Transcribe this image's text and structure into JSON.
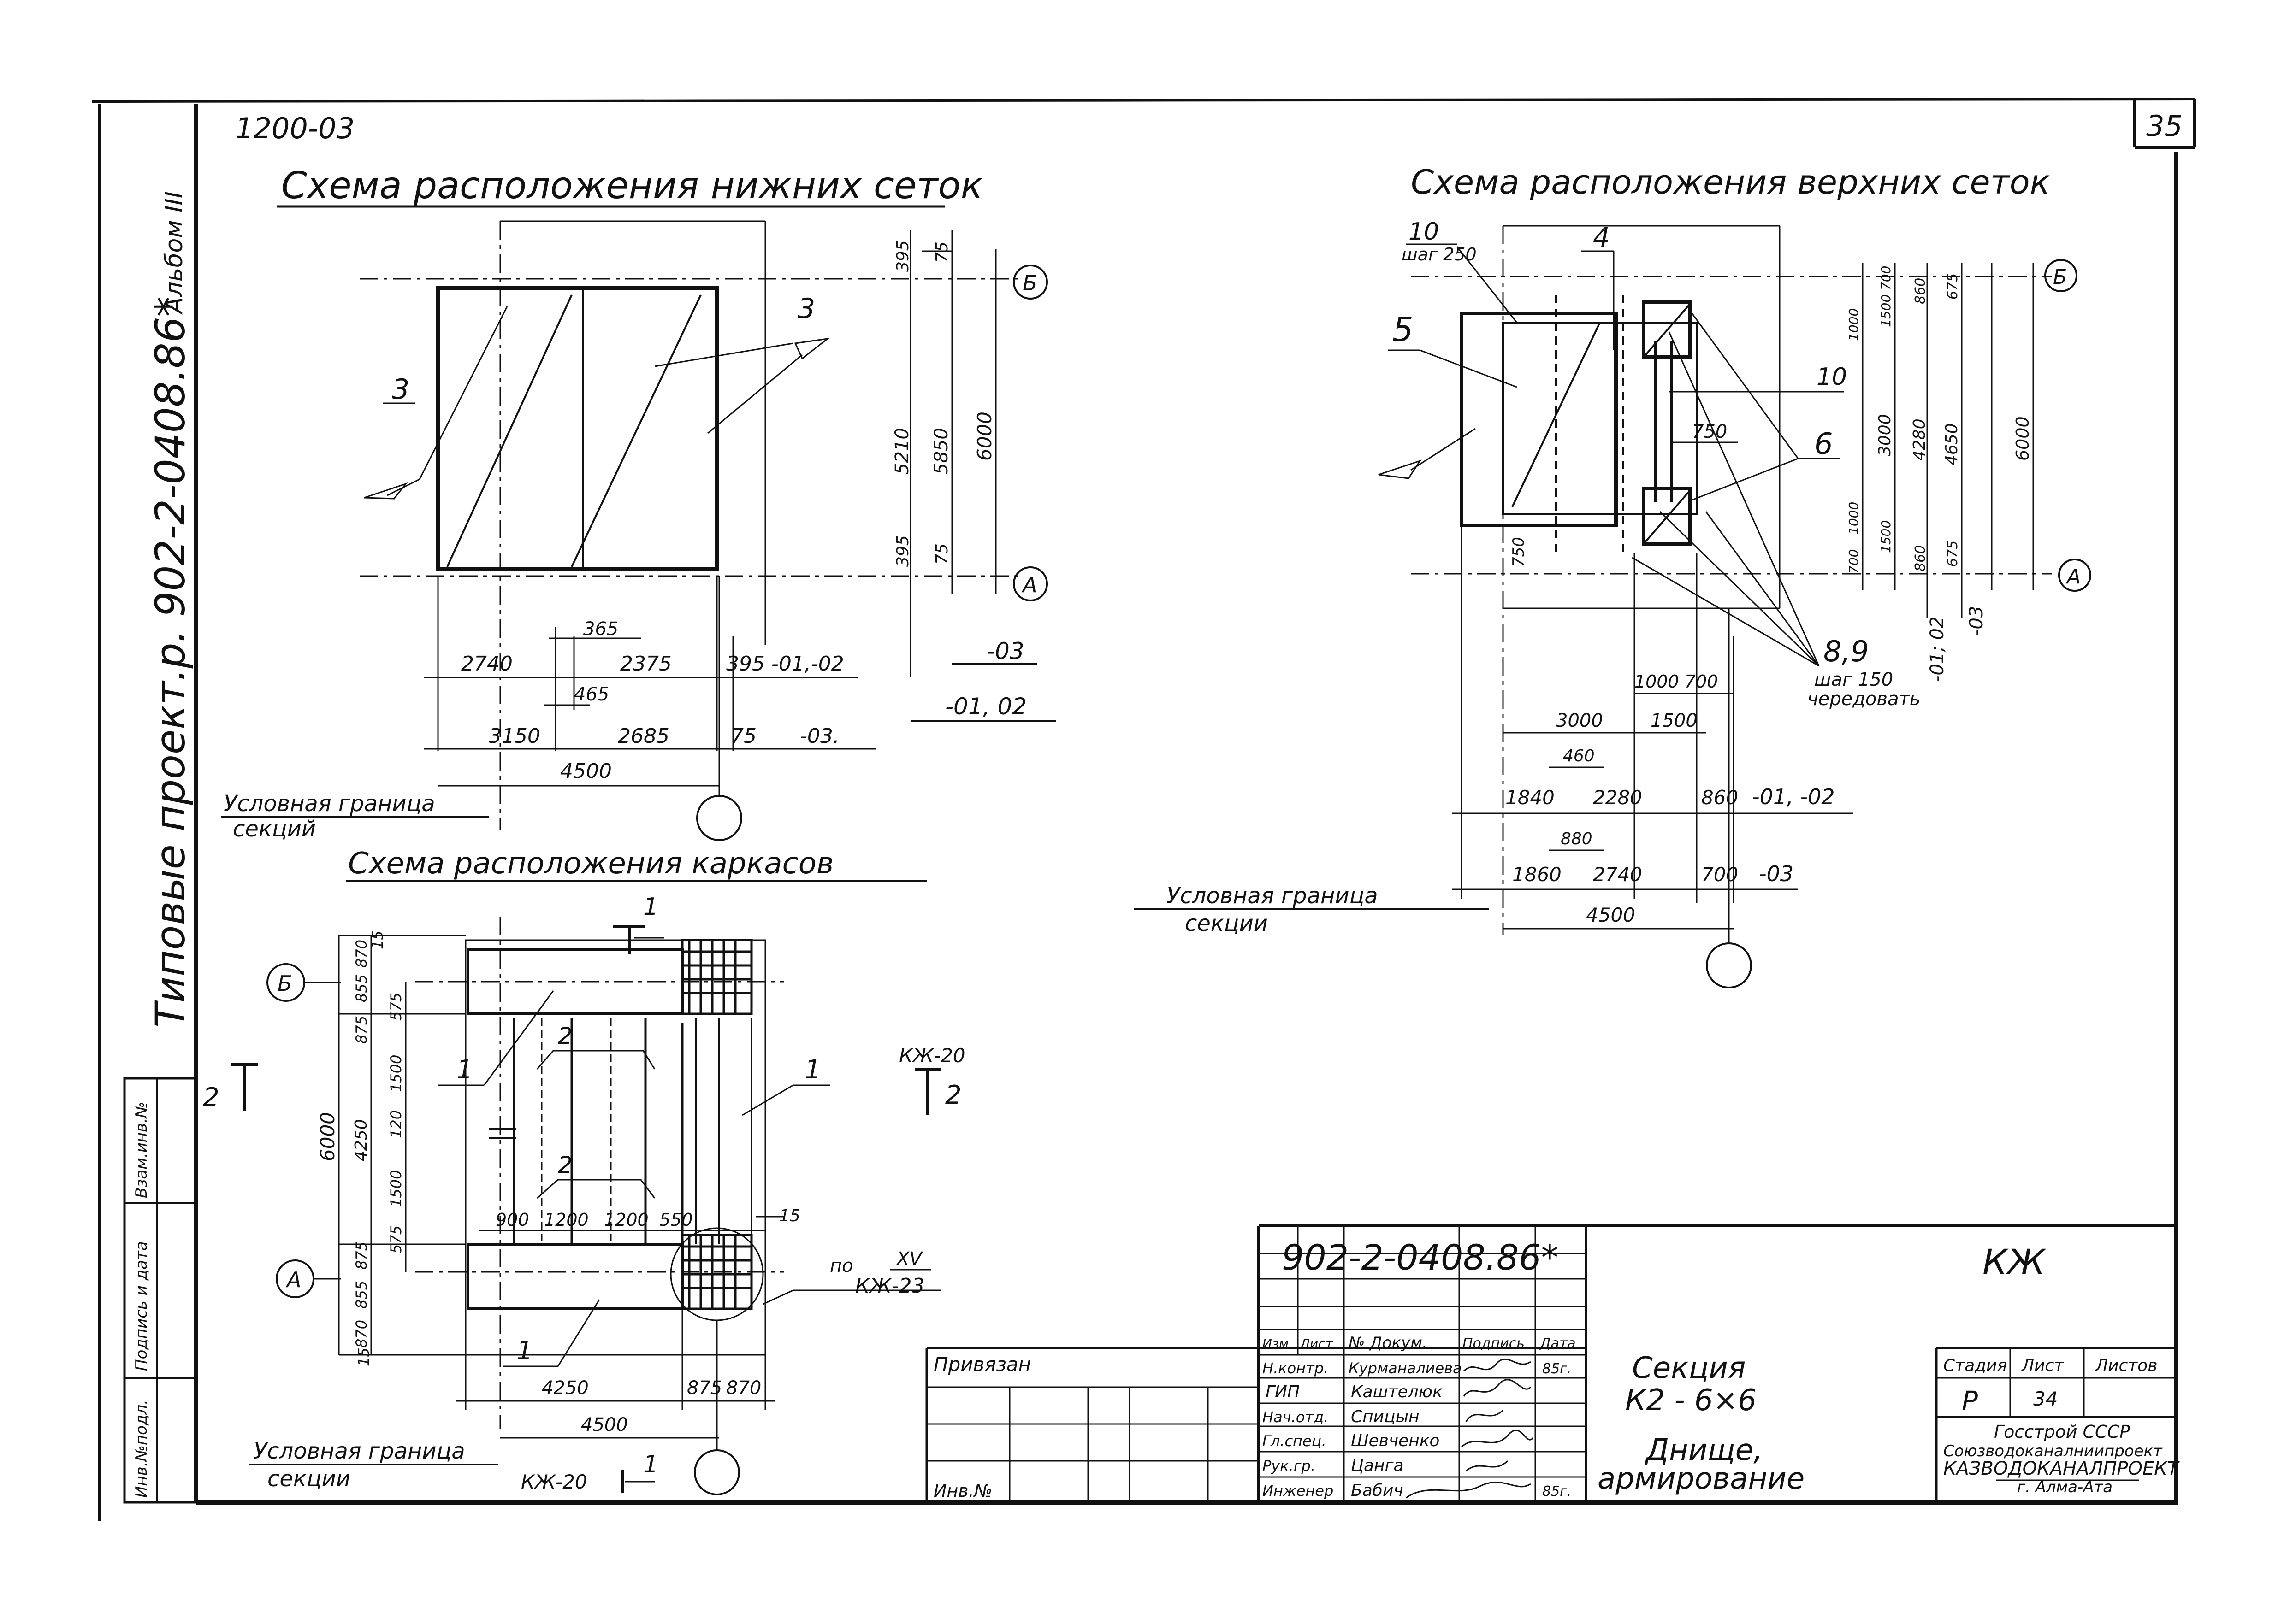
{
  "sheet": {
    "code_top": "1200-03",
    "page_number": "35",
    "album": "Альбом III",
    "series": "Типовые проект.р. 902-2-0408.86*"
  },
  "bottom_mesh": {
    "title": "Схема расположения нижних сеток",
    "callouts": [
      "3",
      "3"
    ],
    "axis_b": "Б",
    "axis_a": "А",
    "v_dims": [
      "395",
      "75",
      "5210",
      "5850",
      "6000",
      "395",
      "75"
    ],
    "h_row1": [
      "2740",
      "2375",
      "395 -01,-02"
    ],
    "h_row2": [
      "3150",
      "2685",
      "75",
      "-03."
    ],
    "h_365": "365",
    "h_465": "465",
    "h_total": "4500",
    "variant_03": "-03",
    "variant_0102": "-01, 02",
    "boundary": [
      "Условная граница",
      "секций"
    ]
  },
  "top_mesh": {
    "title": "Схема расположения верхних сеток",
    "callouts": [
      "10",
      "шаг 250",
      "4",
      "5",
      "10",
      "6",
      "8,9",
      "шаг 150",
      "чередовать"
    ],
    "axis_b": "Б",
    "axis_a": "А",
    "v_dims": [
      "700",
      "1000",
      "1500",
      "860",
      "675",
      "3000",
      "4280",
      "4650",
      "6000",
      "1000",
      "700",
      "1500",
      "860",
      "675",
      "-01; 02",
      "-03"
    ],
    "d_750a": "750",
    "d_750b": "750",
    "h_1000_700": "1000 700",
    "h_3000": "3000",
    "h_1500": "1500",
    "h_460": "460",
    "h_row1": [
      "1840",
      "2280",
      "860",
      "-01, -02"
    ],
    "h_880": "880",
    "h_row2": [
      "1860",
      "2740",
      "700",
      "-03"
    ],
    "h_total": "4500",
    "boundary": [
      "Условная граница",
      "секции"
    ]
  },
  "frames": {
    "title": "Схема расположения каркасов",
    "callouts": [
      "1",
      "2",
      "2",
      "1",
      "1"
    ],
    "axis_b": "Б",
    "axis_a": "А",
    "section_1": "1",
    "section_2": "2",
    "kzh20": "КЖ-20",
    "v_left": [
      "870",
      "855",
      "875",
      "6000",
      "875",
      "855",
      "870"
    ],
    "v_mid": [
      "15",
      "575",
      "1500",
      "4250",
      "120",
      "1500",
      "575",
      "15"
    ],
    "h_row": [
      "900",
      "1200",
      "1200",
      "550"
    ],
    "h_15": "15",
    "h_bottom": [
      "4250",
      "875",
      "870"
    ],
    "h_total": "4500",
    "ref_po": "по",
    "ref_sheet": "XV",
    "ref_kzh": "КЖ-23",
    "boundary": [
      "Условная граница",
      "секции"
    ]
  },
  "stamp": {
    "doc_code": "902-2-0408.86*",
    "mark": "КЖ",
    "privyazan": "Привязан",
    "inv_no": "Инв.№",
    "head": [
      "Изм",
      "Лист",
      "№ Докум.",
      "Подпись",
      "Дата"
    ],
    "staff": [
      {
        "role": "Н.контр.",
        "name": "Курманалиева"
      },
      {
        "role": "ГИП",
        "name": "Каштелюк"
      },
      {
        "role": "Нач.отд.",
        "name": "Спицын"
      },
      {
        "role": "Гл.спец.",
        "name": "Шевченко"
      },
      {
        "role": "Рук.гр.",
        "name": "Цанга"
      },
      {
        "role": "Инженер",
        "name": "Бабич"
      }
    ],
    "dates": [
      "85г.",
      "85г."
    ],
    "title1": "Секция",
    "title2": "К2 - 6×6",
    "title3": "Днище,",
    "title4": "армирование",
    "stage_head": "Стадия",
    "sheet_head": "Лист",
    "sheets_head": "Листов",
    "stage": "Р",
    "sheet": "34",
    "org": [
      "Госстрой СССР",
      "Союзводоканалниипроект",
      "КАЗВОДОКАНАЛПРОЕКТ",
      "г. Алма-Ата"
    ]
  },
  "side_stamp": {
    "labels": [
      "Инв.№подл.",
      "Подпись и дата",
      "Взам.инв.№"
    ]
  }
}
